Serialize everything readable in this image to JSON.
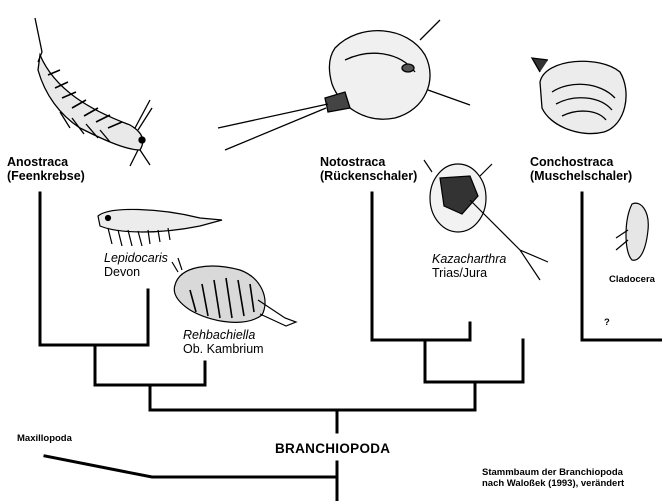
{
  "labels": {
    "anostraca_name": "Anostraca",
    "anostraca_common": "(Feenkrebse)",
    "notostraca_name": "Notostraca",
    "notostraca_common": "(Rückenschaler)",
    "conchostraca_name": "Conchostraca",
    "conchostraca_common": "(Muschelschaler)",
    "cladocera": "Cladocera",
    "question_mark": "?",
    "lepidocaris_genus": "Lepidocaris",
    "lepidocaris_age": "Devon",
    "rehbachiella_genus": "Rehbachiella",
    "rehbachiella_age": "Ob. Kambrium",
    "kazacharthra_genus": "Kazacharthra",
    "kazacharthra_age": "Trias/Jura",
    "root": "BRANCHIOPODA",
    "outgroup": "Maxillopoda"
  },
  "caption": {
    "line1": "Stammbaum der Branchiopoda",
    "line2": "nach Waloßek (1993), verändert"
  }
}
